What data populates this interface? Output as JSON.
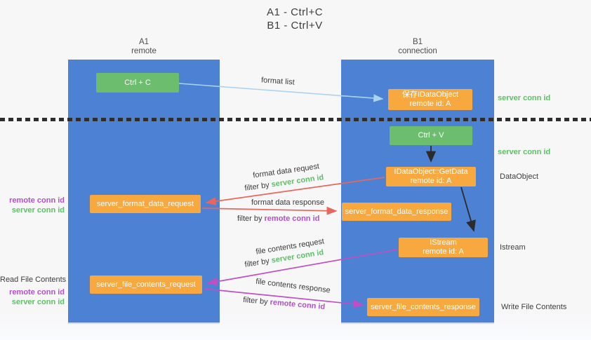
{
  "title": {
    "line1": "A1 - Ctrl+C",
    "line2": "B1 - Ctrl+V"
  },
  "lanes": {
    "a": {
      "name": "A1",
      "subtitle": "remote"
    },
    "b": {
      "name": "B1",
      "subtitle": "connection"
    }
  },
  "nodes": {
    "ctrl_c": "Ctrl + C",
    "save_idataobject": {
      "line1": "保存IDataObject",
      "line2": "remote id: A"
    },
    "ctrl_v": "Ctrl + V",
    "getdata": {
      "line1": "IDataObject::GetData",
      "line2": "remote id: A"
    },
    "format_request": "server_format_data_request",
    "format_response": "server_format_data_response",
    "istream": {
      "line1": "IStream",
      "line2": "remote id: A"
    },
    "file_request": "server_file_contents_request",
    "file_response": "server_file_contents_response"
  },
  "arrow_labels": {
    "format_list": "format list",
    "format_data_request": "format data request",
    "format_data_response": "format data response",
    "file_contents_request": "file contents request",
    "file_contents_response": "file contents response",
    "filter_by": "filter by ",
    "server_conn_id": "server conn id",
    "remote_conn_id": "remote conn id"
  },
  "annotations": {
    "left": {
      "remote_conn_id": "remote conn id",
      "server_conn_id": "server conn id",
      "read_file_contents": "Read File Contents"
    },
    "right": {
      "server_conn_id_top": "server conn id",
      "server_conn_id_mid": "server conn id",
      "dataobject": "DataObject",
      "istream": "Istream",
      "write_file_contents": "Write File Contents"
    }
  },
  "colors": {
    "lane_blue": "#4c81d4",
    "box_orange": "#f7a940",
    "box_green": "#6cbd6e",
    "text_green": "#5dc065",
    "text_purple": "#b050c8",
    "arrow_red": "#e8675d",
    "arrow_magenta": "#bf50c2",
    "arrow_lightblue": "#abd3f0",
    "arrow_black": "#2b2b2b"
  }
}
